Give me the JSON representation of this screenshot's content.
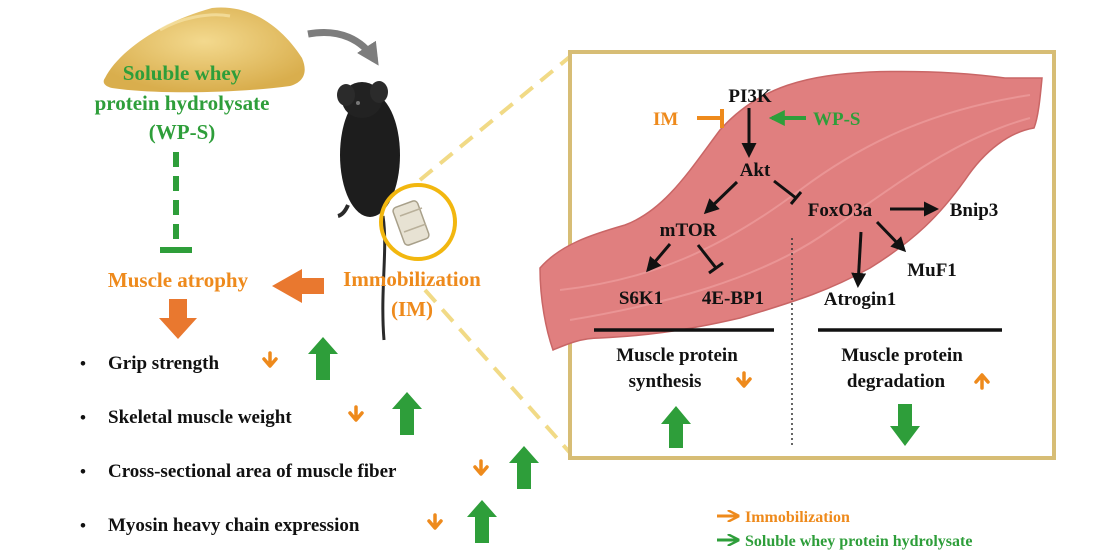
{
  "colors": {
    "green": "#2e9e3a",
    "orange": "#ee8a1c",
    "arrow_orange": "#e9782f",
    "black": "#111111",
    "frame": "#d7bd75",
    "muscle": "#e07f7f",
    "dashed_line": "#f1da86",
    "powder": "#e8c46a",
    "gray_arrow": "#7d7d7d",
    "ring": "#f2b70f"
  },
  "icons": {
    "powder": "protein-powder-pile-icon",
    "mouse": "black-mouse-icon",
    "cast": "hindlimb-cast-icon",
    "muscle": "muscle-fiber-icon",
    "feed_arrow": "curved-gray-arrow-icon"
  },
  "supplement": {
    "line1": "Soluble whey",
    "line2": "protein hydrolysate",
    "line3": "(WP-S)"
  },
  "model": {
    "line1": "Immobilization",
    "line2": "(IM)"
  },
  "atrophy": {
    "label": "Muscle atrophy"
  },
  "outcomes": {
    "bullet": "•",
    "items": [
      {
        "label": "Grip strength",
        "immobilization": "down",
        "wps": "up"
      },
      {
        "label": "Skeletal muscle weight",
        "immobilization": "down",
        "wps": "up"
      },
      {
        "label": "Cross-sectional area of muscle fiber",
        "immobilization": "down",
        "wps": "up"
      },
      {
        "label": "Myosin heavy chain expression",
        "immobilization": "down",
        "wps": "up"
      }
    ]
  },
  "pathway": {
    "nodes": {
      "pi3k": "PI3K",
      "akt": "Akt",
      "mtor": "mTOR",
      "s6k1": "S6K1",
      "ebp1": "4E-BP1",
      "foxo3a": "FoxO3a",
      "bnip3": "Bnip3",
      "muf1": "MuF1",
      "atrogin1": "Atrogin1"
    },
    "im_label": "IM",
    "wps_label": "WP-S",
    "synthesis": {
      "line1": "Muscle protein",
      "line2": "synthesis",
      "immobilization": "down",
      "wps": "up"
    },
    "degradation": {
      "line1": "Muscle protein",
      "line2": "degradation",
      "immobilization": "up",
      "wps": "down"
    }
  },
  "legend": {
    "items": [
      {
        "label": "Immobilization",
        "color": "#ee8a1c"
      },
      {
        "label": "Soluble whey protein hydrolysate",
        "color": "#2e9e3a"
      }
    ]
  }
}
